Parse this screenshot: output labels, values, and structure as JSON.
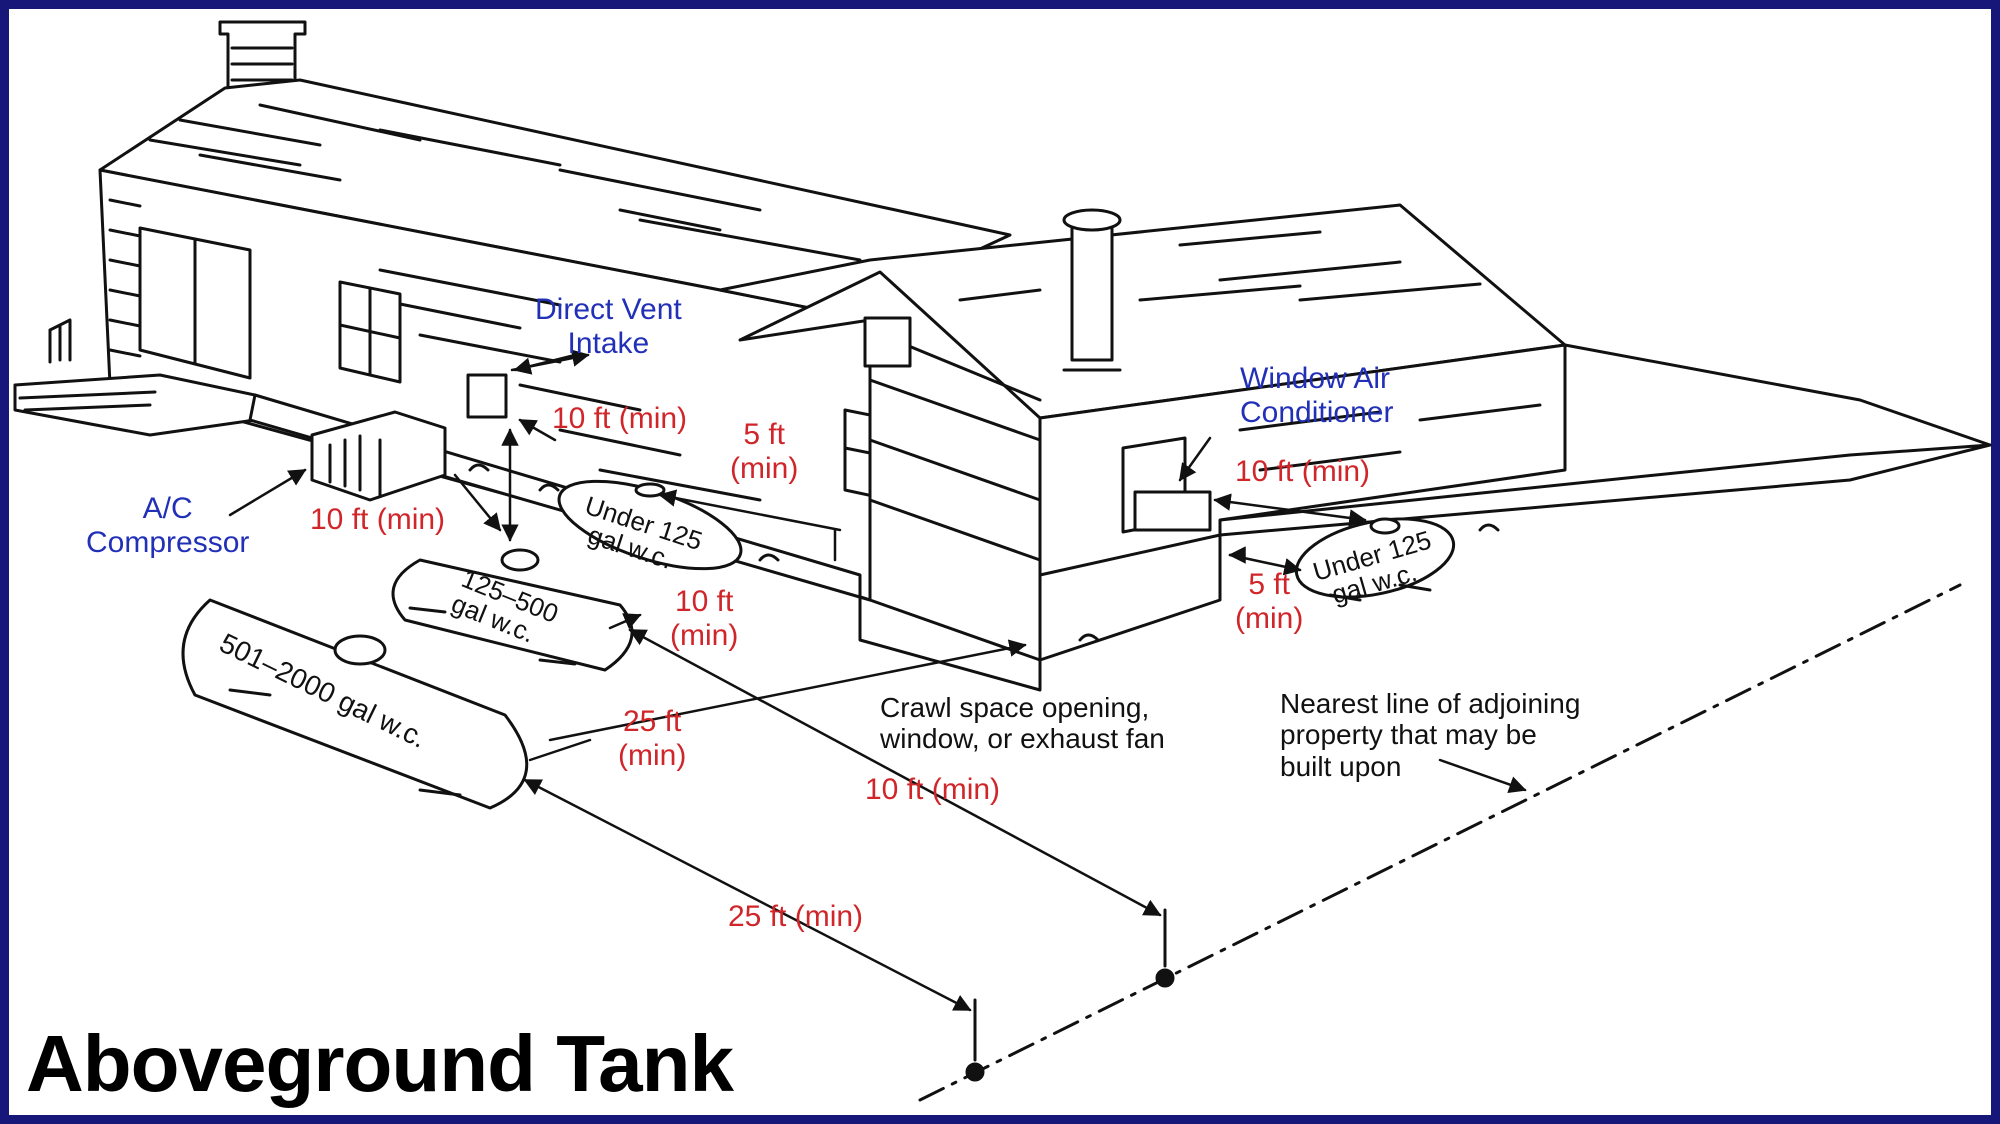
{
  "title": "Aboveground Tank",
  "blue_labels": {
    "direct_vent_1": "Direct Vent",
    "direct_vent_2": "Intake",
    "window_ac_1": "Window Air",
    "window_ac_2": "Conditioner",
    "ac_compressor_1": "A/C",
    "ac_compressor_2": "Compressor"
  },
  "distances": {
    "vent_intake": "10 ft (min)",
    "crawl_small_1": "5 ft",
    "crawl_small_2": "(min)",
    "window_ac": "10 ft (min)",
    "ac_compressor": "10 ft (min)",
    "right_tank_1": "5 ft",
    "right_tank_2": "(min)",
    "medium_tank_1": "10 ft",
    "medium_tank_2": "(min)",
    "large_tank_1": "25 ft",
    "large_tank_2": "(min)",
    "medium_to_line": "10 ft (min)",
    "large_to_line": "25 ft (min)"
  },
  "notes": {
    "crawl_1": "Crawl space opening,",
    "crawl_2": "window, or exhaust fan",
    "property_1": "Nearest line of adjoining",
    "property_2": "property that may be",
    "property_3": "built upon"
  },
  "tanks": {
    "small_left_1": "Under 125",
    "small_left_2": "gal w.c.",
    "small_right_1": "Under 125",
    "small_right_2": "gal w.c.",
    "medium_1": "125–500",
    "medium_2": "gal w.c.",
    "large": "501–2000 gal w.c."
  },
  "colors": {
    "frame": "#17177a",
    "distance": "#d0262a",
    "equipment": "#2230b8",
    "ink": "#111111"
  }
}
